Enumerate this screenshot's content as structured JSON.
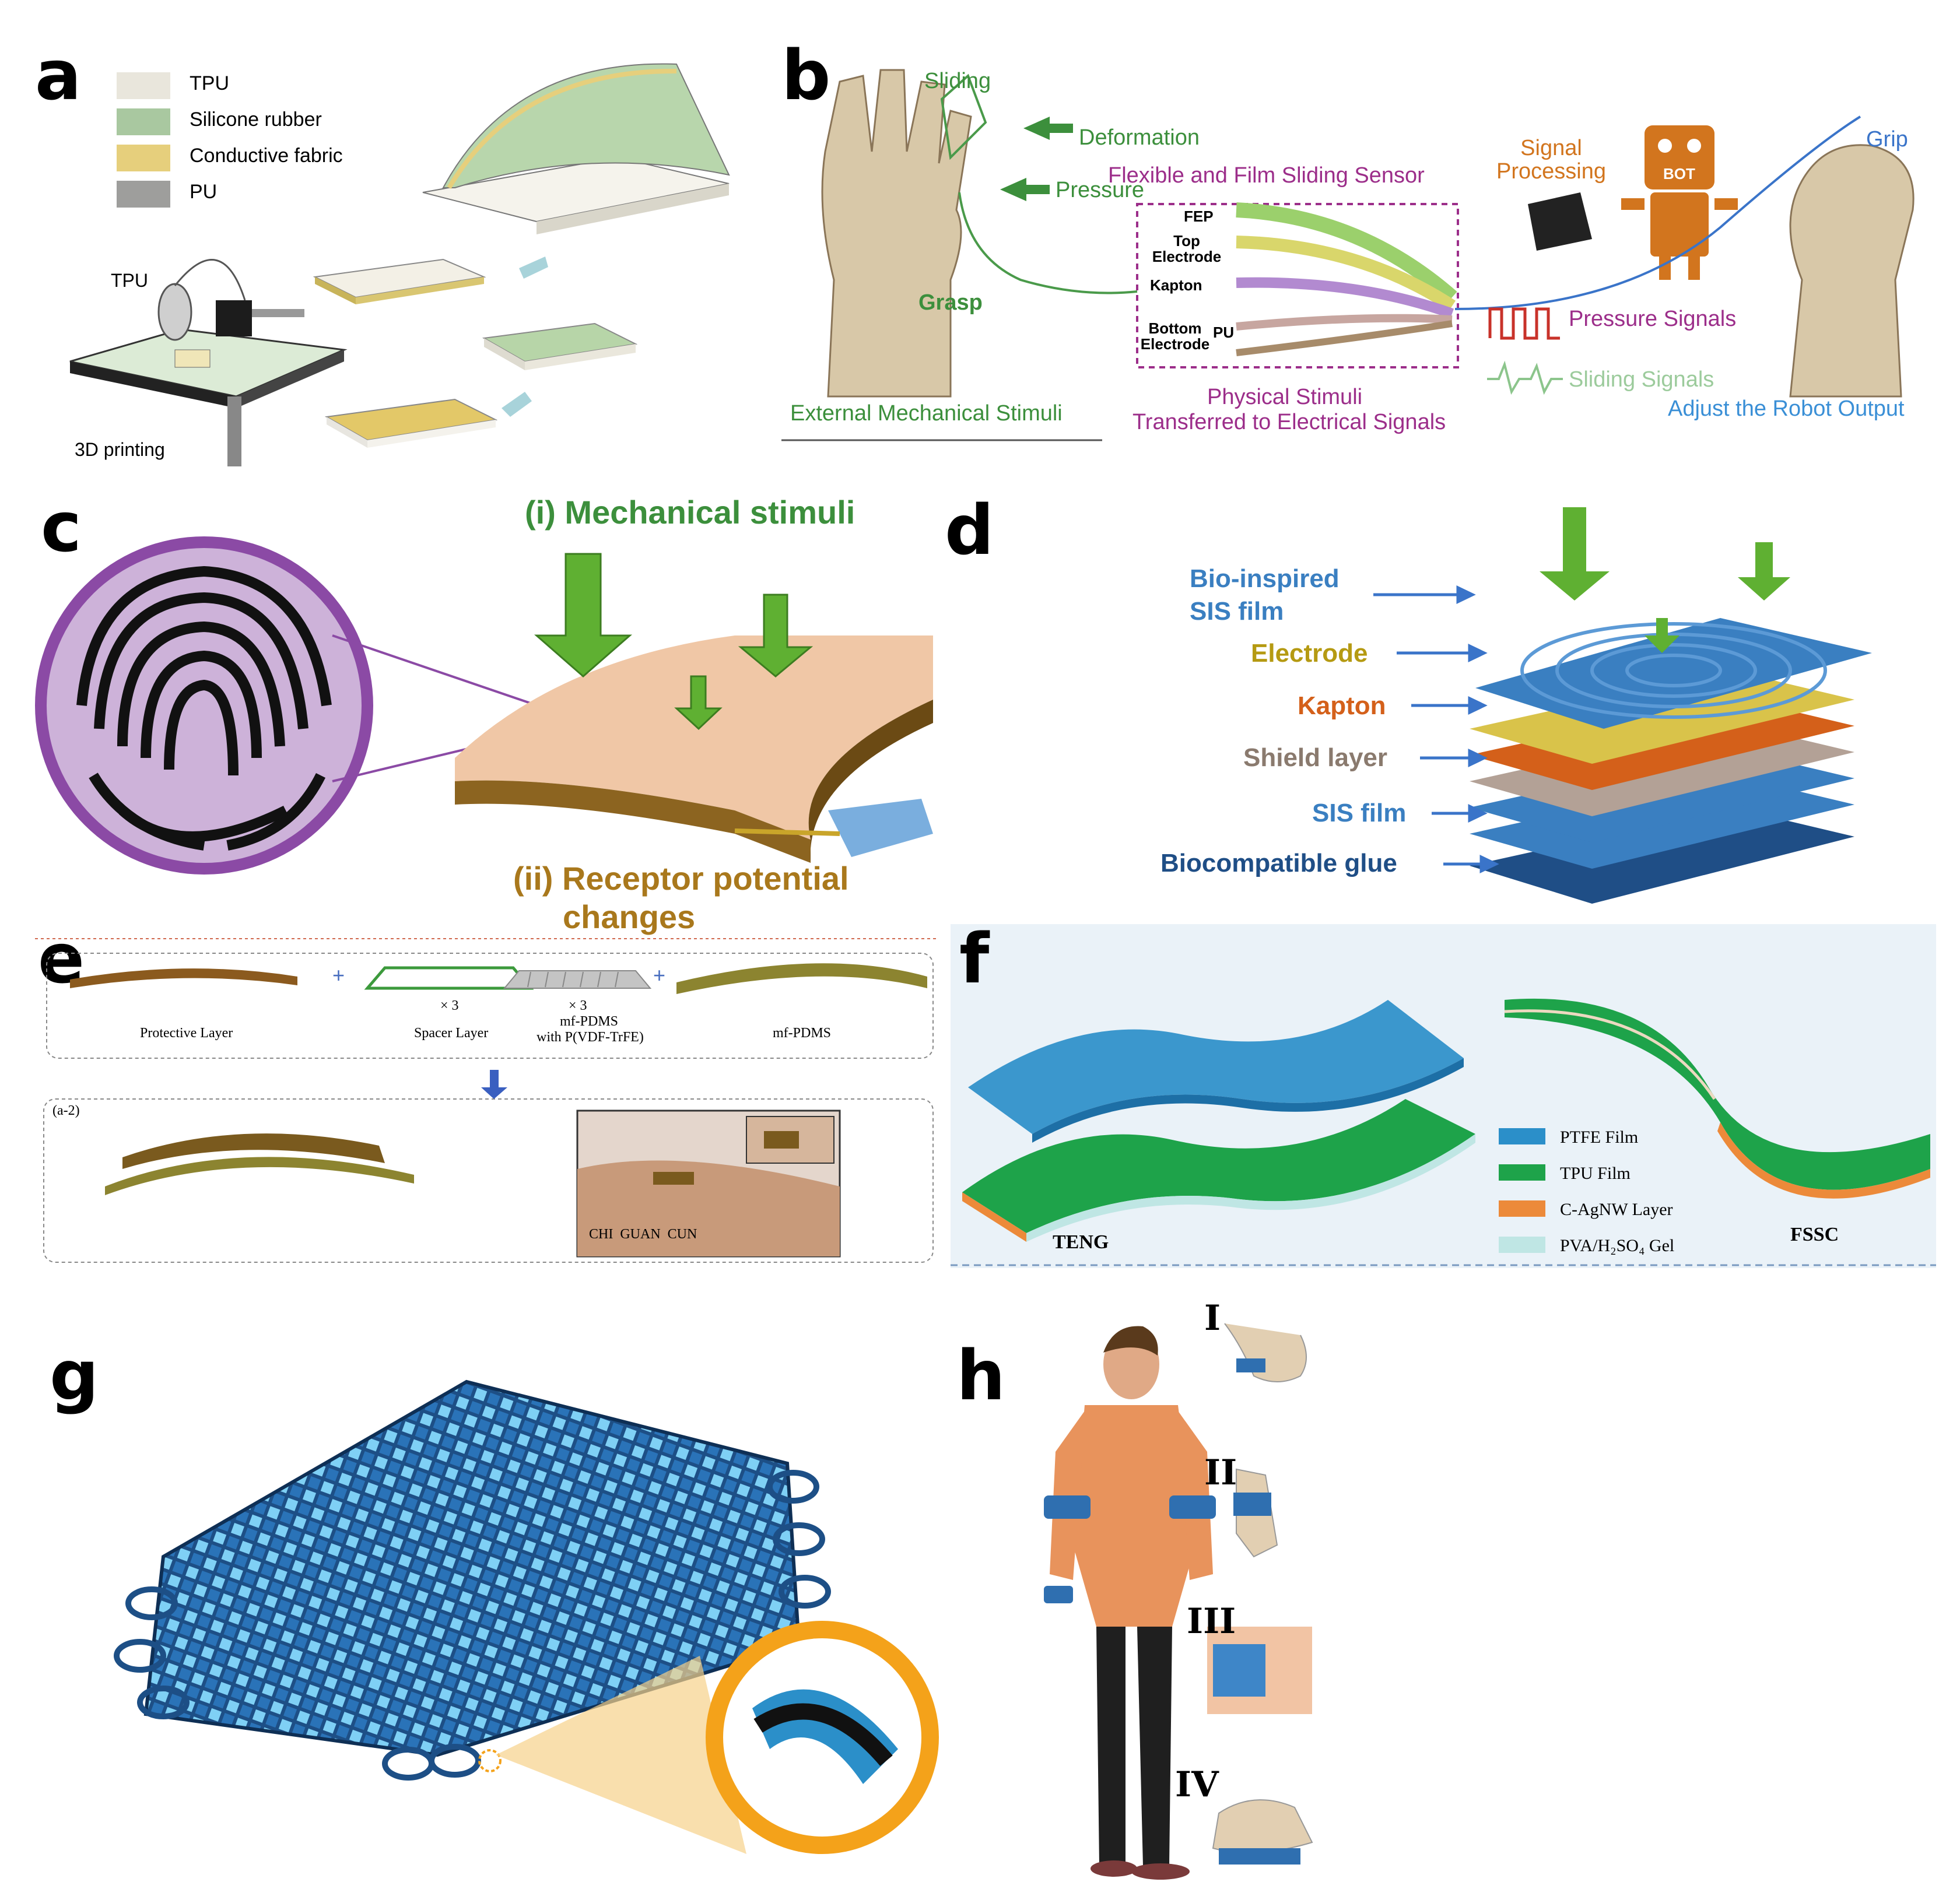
{
  "panels": {
    "a": {
      "label": "a",
      "legend": [
        "TPU",
        "Silicone rubber",
        "Conductive fabric",
        "PU"
      ],
      "legend_colors": [
        "#e9e6dc",
        "#a9c8a0",
        "#e6cf7c",
        "#9e9e9c"
      ],
      "printer_label": "TPU",
      "caption": "3D printing"
    },
    "b": {
      "label": "b",
      "sliding": "Sliding",
      "deformation": "Deformation",
      "pressure": "Pressure",
      "grasp": "Grasp",
      "sensor_title": "Flexible and Film Sliding Sensor",
      "layers": [
        "FEP",
        "Top Electrode",
        "Kapton",
        "PU",
        "Bottom Electrode"
      ],
      "signal_processing": "Signal Processing",
      "robot_text": "BOT",
      "grip": "Grip",
      "pressure_signals": "Pressure Signals",
      "sliding_signals": "Sliding Signals",
      "adjust": "Adjust the Robot Output",
      "external": "External Mechanical Stimuli",
      "physical": "Physical Stimuli",
      "transferred": "Transferred to Electrical Signals"
    },
    "c": {
      "label": "c",
      "mechanical": "(i) Mechanical stimuli",
      "receptor_1": "(ii) Receptor potential",
      "receptor_2": "changes"
    },
    "d": {
      "label": "d",
      "layers": [
        "Bio-inspired",
        "SIS film",
        "Electrode",
        "Kapton",
        "Shield layer",
        "SIS film",
        "Biocompatible glue"
      ],
      "colors": [
        "#3a7fc1",
        "#b59a12",
        "#d4601a",
        "#8a7a6e",
        "#3a7fc1",
        "#1f4e86"
      ]
    },
    "e": {
      "label": "e",
      "protective": "Protective Layer",
      "spacer": "Spacer Layer",
      "x3a": "× 3",
      "x3b": "× 3",
      "mfpdms_with_1": "mf-PDMS",
      "mfpdms_with_2": "with P(VDF-TrFE)",
      "mfpdms": "mf-PDMS",
      "sub": "(a-2)",
      "points": "CHI  GUAN  CUN"
    },
    "f": {
      "label": "f",
      "legend": [
        "PTFE Film",
        "TPU Film",
        "C-AgNW Layer",
        "PVA/H₂SO₄ Gel"
      ],
      "legend_colors": [
        "#2b8fc9",
        "#1ea34a",
        "#ec8a3a",
        "#bfe6e4"
      ],
      "teng": "TENG",
      "fssc": "FSSC"
    },
    "g": {
      "label": "g"
    },
    "h": {
      "label": "h",
      "roman": [
        "I",
        "II",
        "III",
        "IV"
      ]
    }
  }
}
